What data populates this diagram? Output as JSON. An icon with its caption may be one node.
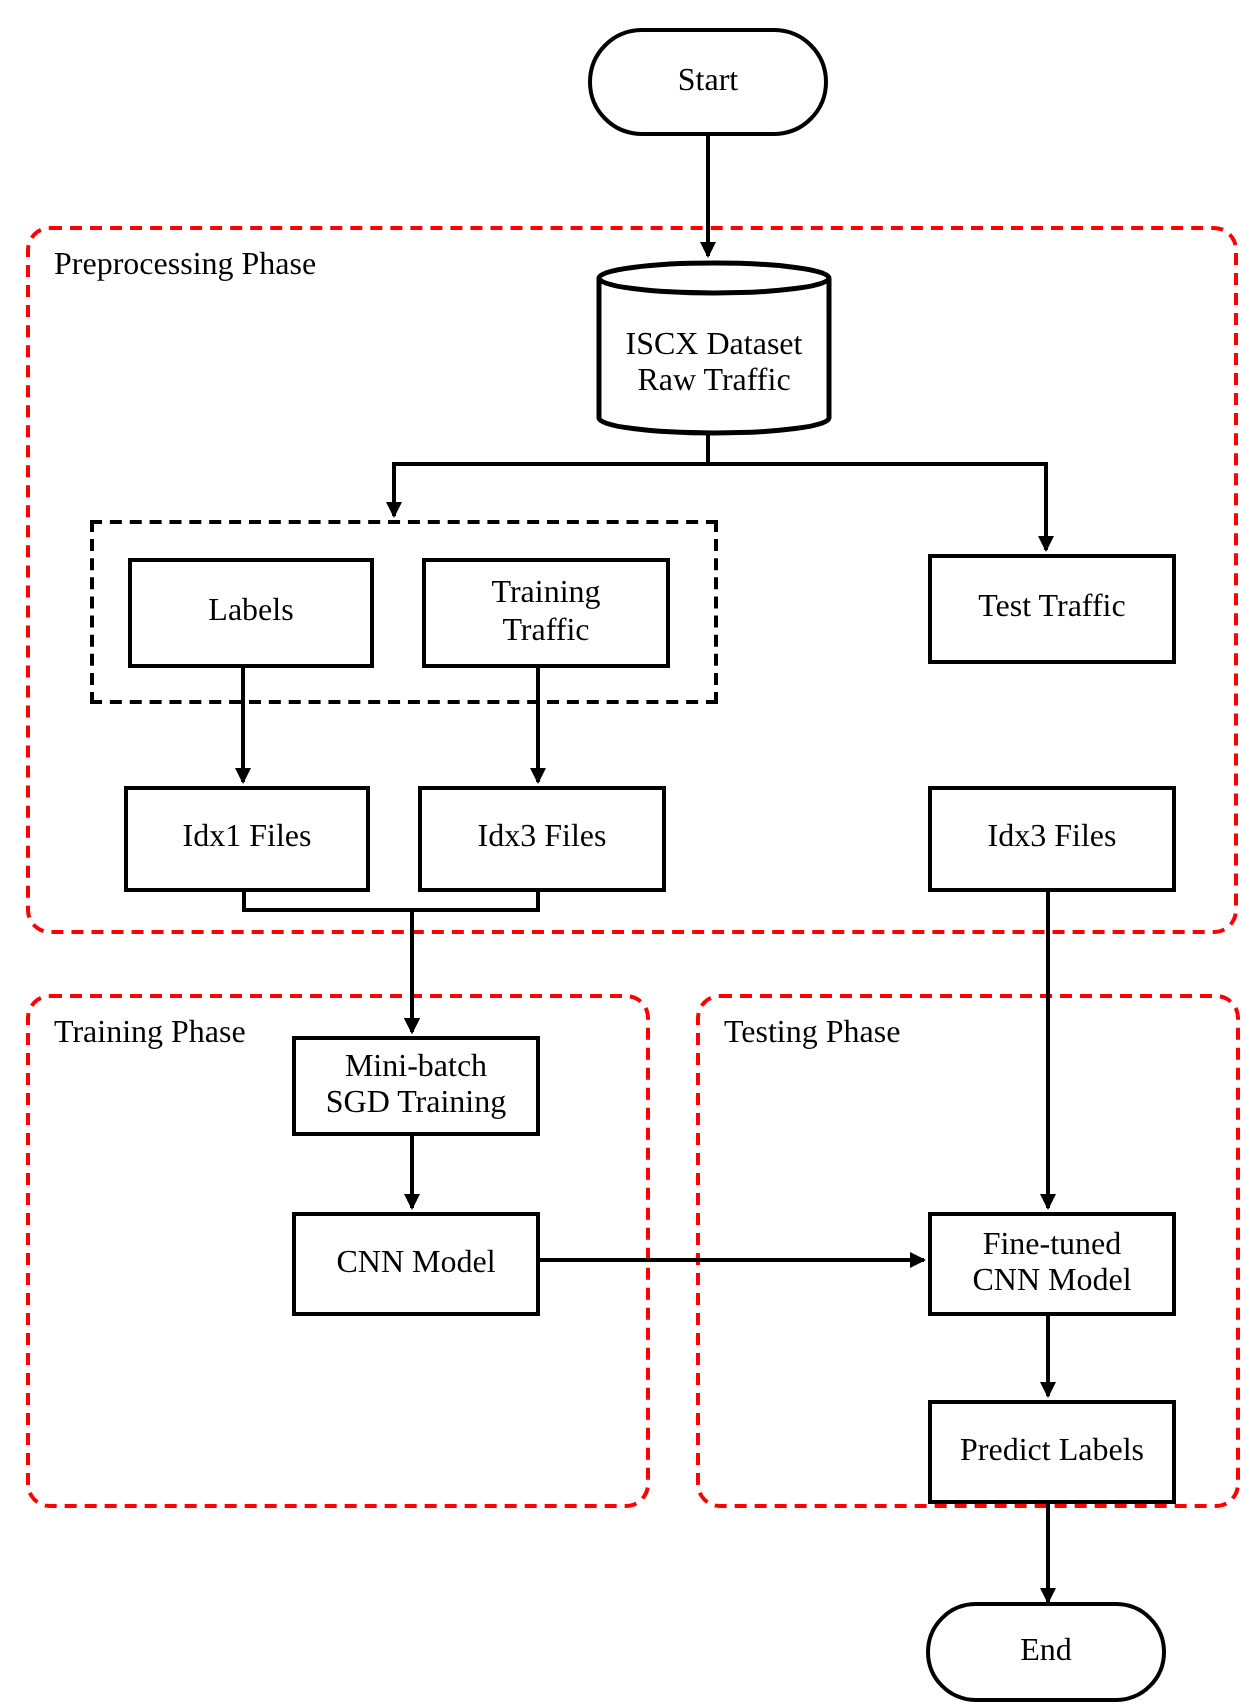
{
  "diagram": {
    "nodes": [
      {
        "text": [
          "Start"
        ]
      },
      {
        "text": [
          "Preprocessing Phase"
        ]
      },
      {
        "text": [
          "ISCX Dataset Raw Traffic"
        ],
        "in": 1
      },
      {
        "text": [],
        "shape": "box",
        "in": 1
      },
      {
        "text": [
          "Labels"
        ],
        "in": 3
      },
      {
        "text": [
          "Training Traffic"
        ],
        "in": 3
      },
      {
        "text": [
          "Test Traffic"
        ],
        "in": 1
      },
      {
        "text": [
          "Idx1 Files"
        ],
        "in": 1
      },
      {
        "text": [
          "Idx3 Files"
        ],
        "in": 1
      },
      {
        "text": [
          "Idx3 Files"
        ],
        "in": 1
      },
      {
        "text": [
          "Training Phase"
        ]
      },
      {
        "text": [
          "Mini-batch SGD Training"
        ],
        "in": 10
      },
      {
        "text": [
          "CNN Model"
        ],
        "in": 10
      },
      {
        "text": [
          "Testing Phase"
        ]
      },
      {
        "text": [
          "Fine-tuned CNN Model"
        ],
        "in": 13
      },
      {
        "text": [
          "Predict Labels"
        ],
        "in": 13
      },
      {
        "text": [
          "End"
        ]
      }
    ],
    "edges": [
      {
        "from": 0,
        "to": 2,
        "arrow": "to"
      },
      {
        "from": 2,
        "to": 3,
        "arrow": "to"
      },
      {
        "from": 2,
        "to": 6,
        "arrow": "to"
      },
      {
        "from": 4,
        "to": 7,
        "arrow": "to"
      },
      {
        "from": 5,
        "to": 8,
        "arrow": "to"
      },
      {
        "from": 7,
        "to": 11,
        "arrow": "to"
      },
      {
        "from": 8,
        "to": 11,
        "arrow": "to"
      },
      {
        "from": 9,
        "to": 14,
        "arrow": "to"
      },
      {
        "from": 11,
        "to": 12,
        "arrow": "to"
      },
      {
        "from": 12,
        "to": 14,
        "arrow": "to"
      },
      {
        "from": 14,
        "to": 15,
        "arrow": "to"
      },
      {
        "from": 15,
        "to": 16,
        "arrow": "to"
      }
    ]
  }
}
